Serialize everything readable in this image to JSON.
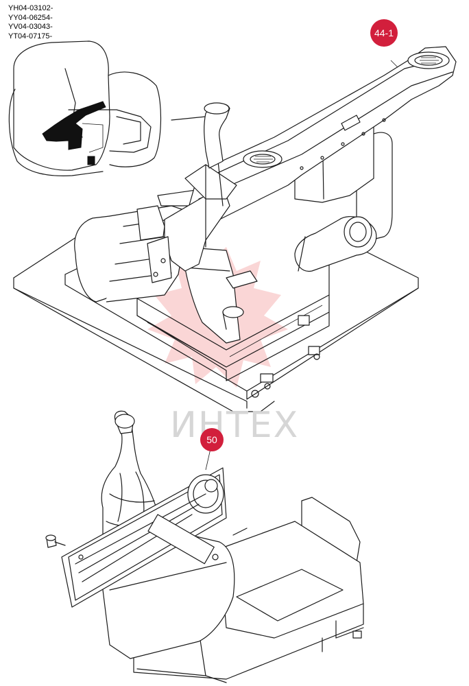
{
  "serials": [
    "YH04-03102-",
    "YY04-06254-",
    "YV04-03043-",
    "YT04-07175-"
  ],
  "callouts": {
    "duct": {
      "label": "44-1",
      "color": "#d21f3c"
    },
    "panel": {
      "label": "50",
      "color": "#d21f3c"
    }
  },
  "watermark": {
    "text": "ИНТЕХ",
    "color": "#f2b0b0"
  }
}
